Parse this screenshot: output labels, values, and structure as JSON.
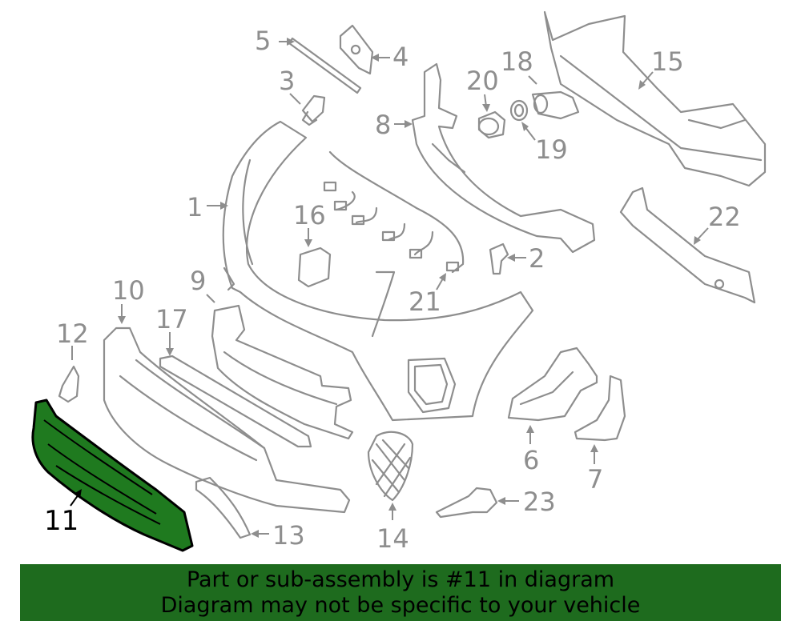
{
  "labels": {
    "p1": "1",
    "p2": "2",
    "p3": "3",
    "p4": "4",
    "p5": "5",
    "p6": "6",
    "p7": "7",
    "p8": "8",
    "p9": "9",
    "p10": "10",
    "p11": "11",
    "p12": "12",
    "p13": "13",
    "p14": "14",
    "p15": "15",
    "p16": "16",
    "p17": "17",
    "p18": "18",
    "p19": "19",
    "p20": "20",
    "p21": "21",
    "p22": "22",
    "p23": "23"
  },
  "highlight_part": "11",
  "colors": {
    "highlight": "#1f7a1f",
    "banner": "#1e6b1e",
    "line": "#8e8e8e"
  },
  "banner": {
    "line1": "Part or sub-assembly is #11 in diagram",
    "line2": "Diagram may not be specific to your vehicle"
  }
}
